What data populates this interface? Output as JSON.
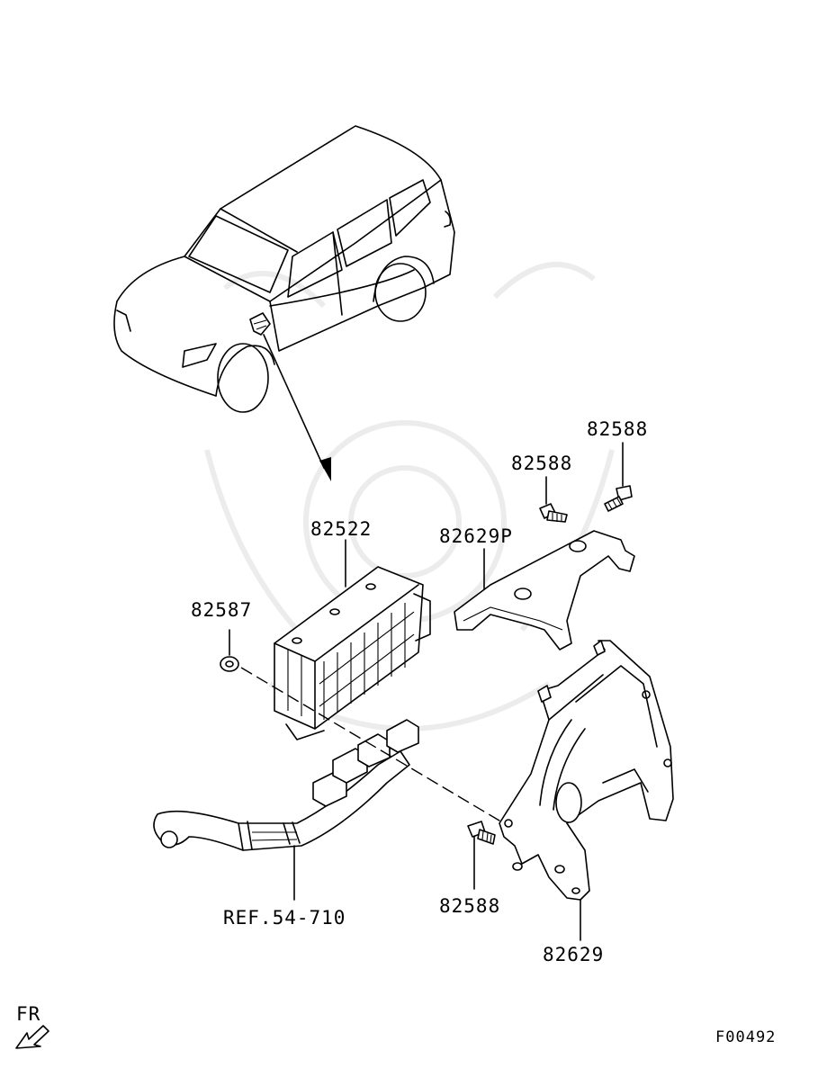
{
  "diagram": {
    "part_labels": {
      "ecu": "82522",
      "bracket_upper": "82629P",
      "bracket_lower": "82629",
      "bolt_top_left": "82588",
      "bolt_top_right": "82588",
      "bolt_bottom": "82588",
      "nut": "82587",
      "harness_ref": "REF.54-710"
    },
    "direction_label": "FR",
    "figure_code": "F00492"
  }
}
